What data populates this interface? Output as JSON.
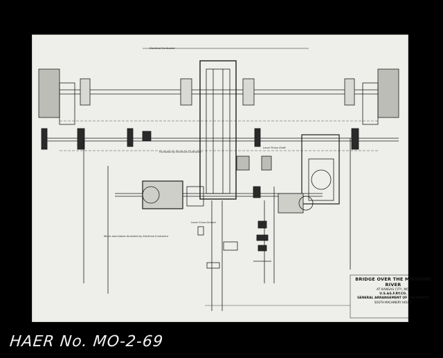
{
  "drawing": {
    "title_main": "BRIDGE OVER THE MISSOURI RIVER",
    "title_sub": "AT KANSAS CITY, MO.",
    "title_company": "U.S.&S.F.RY.CO.",
    "title_detail": "GENERAL ARRANGEMENT OF MACHINERY",
    "title_scale": "SOUTH MACHINERY HOUSE",
    "notes": [
      "Electrical Contractor",
      "Furnished by Electrical Contractor",
      "Motor and brakes furnished by Electrical Contractor",
      "Lever Cross Ground",
      "Lever Pinion Shaft"
    ]
  },
  "caption": {
    "text": "HAER No. MO-2-69"
  }
}
